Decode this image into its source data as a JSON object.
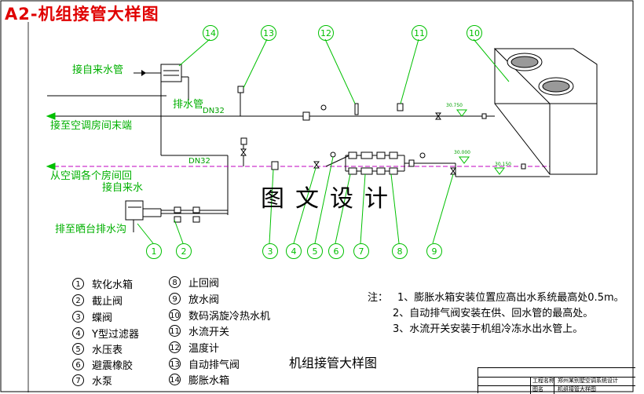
{
  "title": "A2-机组接管大样图",
  "labels": {
    "water_supply": "接自来水管",
    "drain_pipe": "排水管",
    "to_room_end": "接至空调房间末端",
    "from_rooms_return": "从空调各个房间回",
    "water_supply_2": "接自来水",
    "drain_to_balcony": "排至晒台排水沟",
    "dn_upper": "DN32",
    "dn_lower": "DN32",
    "elev_1": "30.750",
    "elev_2": "30.000",
    "elev_3": "30.150"
  },
  "callouts": [
    "1",
    "2",
    "3",
    "4",
    "5",
    "6",
    "7",
    "8",
    "9",
    "10",
    "11",
    "12",
    "13",
    "14"
  ],
  "watermark": "图文设计",
  "legend": [
    {
      "n": "1",
      "text": "软化水箱"
    },
    {
      "n": "2",
      "text": "截止阀"
    },
    {
      "n": "3",
      "text": "蝶阀"
    },
    {
      "n": "4",
      "text": "Y型过滤器"
    },
    {
      "n": "5",
      "text": "水压表"
    },
    {
      "n": "6",
      "text": "避震橡胶"
    },
    {
      "n": "7",
      "text": "水泵"
    },
    {
      "n": "8",
      "text": "止回阀"
    },
    {
      "n": "9",
      "text": "放水阀"
    },
    {
      "n": "10",
      "text": "数码涡旋冷热水机"
    },
    {
      "n": "11",
      "text": "水流开关"
    },
    {
      "n": "12",
      "text": "温度计"
    },
    {
      "n": "13",
      "text": "自动排气阀"
    },
    {
      "n": "14",
      "text": "膨胀水箱"
    }
  ],
  "notes": {
    "prefix": "注：",
    "items": [
      "1、膨胀水箱安装位置应高出水系统最高处0.5m。",
      "2、自动排气阀安装在供、回水管的最高处。",
      "3、水流开关安装于机组冷冻水出水管上。"
    ]
  },
  "caption": "机组接管大样图",
  "title_block": {
    "project_key": "工程名称",
    "project_value": "郑州某别墅空调系统设计",
    "drawing_key": "图名",
    "drawing_value": "机组接管大样图"
  },
  "colors": {
    "title": "#e00000",
    "pipe": "#000000",
    "return_pipe": "#c000c0",
    "leader": "#00c000",
    "text_green": "#00b000"
  }
}
